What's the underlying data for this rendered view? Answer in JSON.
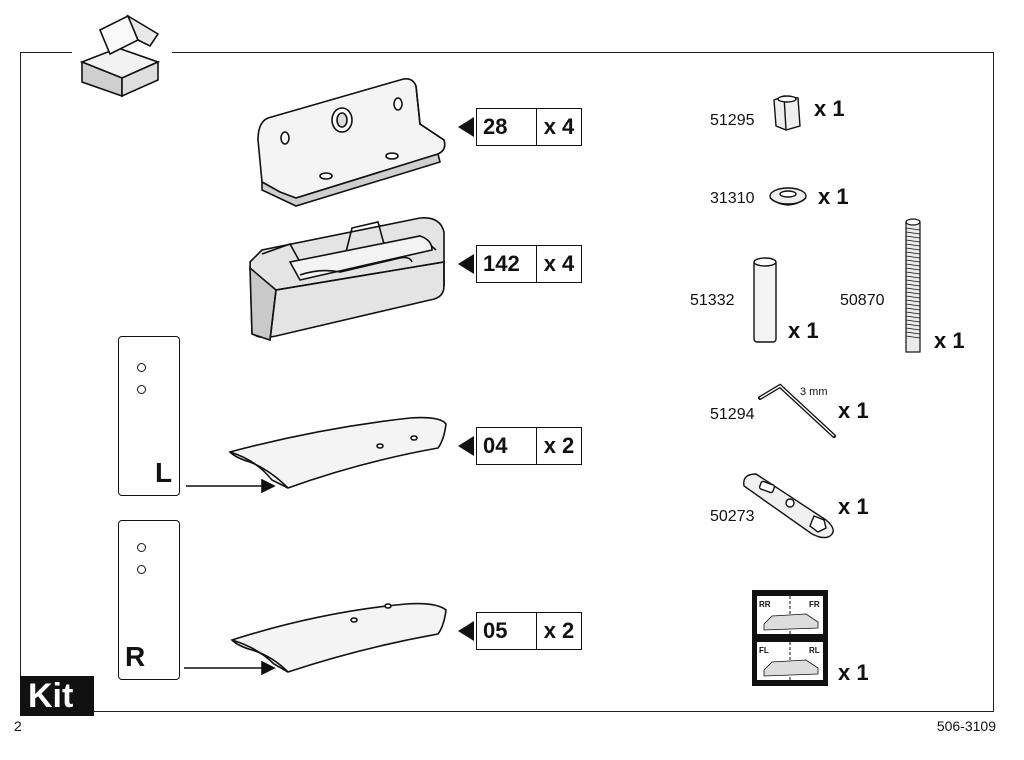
{
  "footer": {
    "page_number": "2",
    "doc_code": "506-3109",
    "kit_label": "Kit"
  },
  "left_parts": [
    {
      "number": "28",
      "count": "x 4"
    },
    {
      "number": "142",
      "count": "x 4"
    },
    {
      "number": "04",
      "count": "x 2"
    },
    {
      "number": "05",
      "count": "x 2"
    }
  ],
  "side_cards": {
    "left": "L",
    "right": "R"
  },
  "right_parts": [
    {
      "code": "51295",
      "qty": "x 1"
    },
    {
      "code": "31310",
      "qty": "x 1"
    },
    {
      "code": "51332",
      "qty": "x 1"
    },
    {
      "code": "50870",
      "qty": "x 1"
    },
    {
      "code": "51294",
      "qty": "x 1",
      "note": "3 mm"
    },
    {
      "code": "50273",
      "qty": "x 1"
    },
    {
      "code": "",
      "qty": "x 1"
    }
  ],
  "labels": {
    "rr": "RR",
    "fr": "FR",
    "fl": "FL",
    "rl": "RL"
  },
  "colors": {
    "ink": "#111111",
    "paper": "#ffffff",
    "shade": "#d9d9d9",
    "light": "#eeeeee"
  }
}
